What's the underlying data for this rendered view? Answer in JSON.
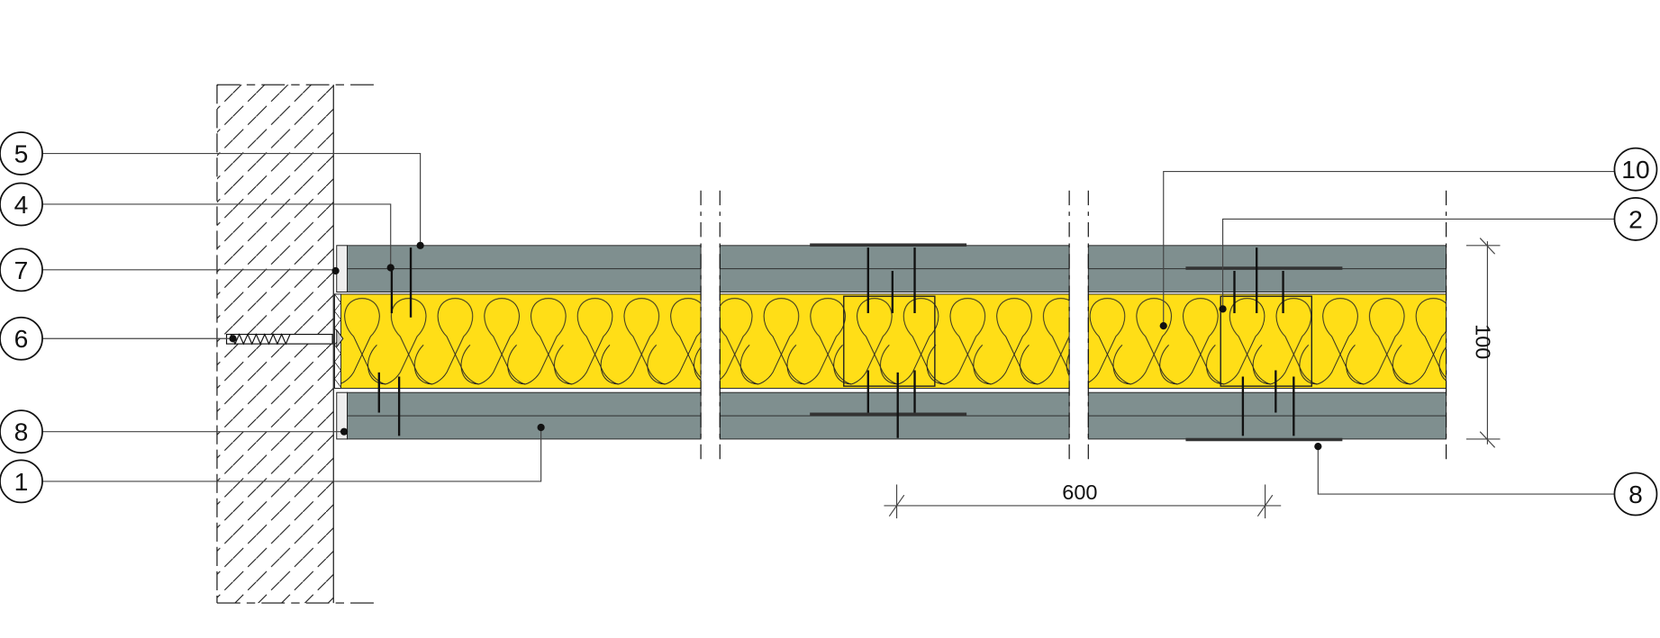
{
  "callouts": {
    "left": [
      "5",
      "4",
      "7",
      "6",
      "8",
      "1"
    ],
    "right": [
      "10",
      "2",
      "8"
    ]
  },
  "dimensions": {
    "horizontal": "600",
    "vertical": "100"
  },
  "colors": {
    "board": "#7f8f8f",
    "insulation": "#ffde17",
    "line": "#111111"
  }
}
